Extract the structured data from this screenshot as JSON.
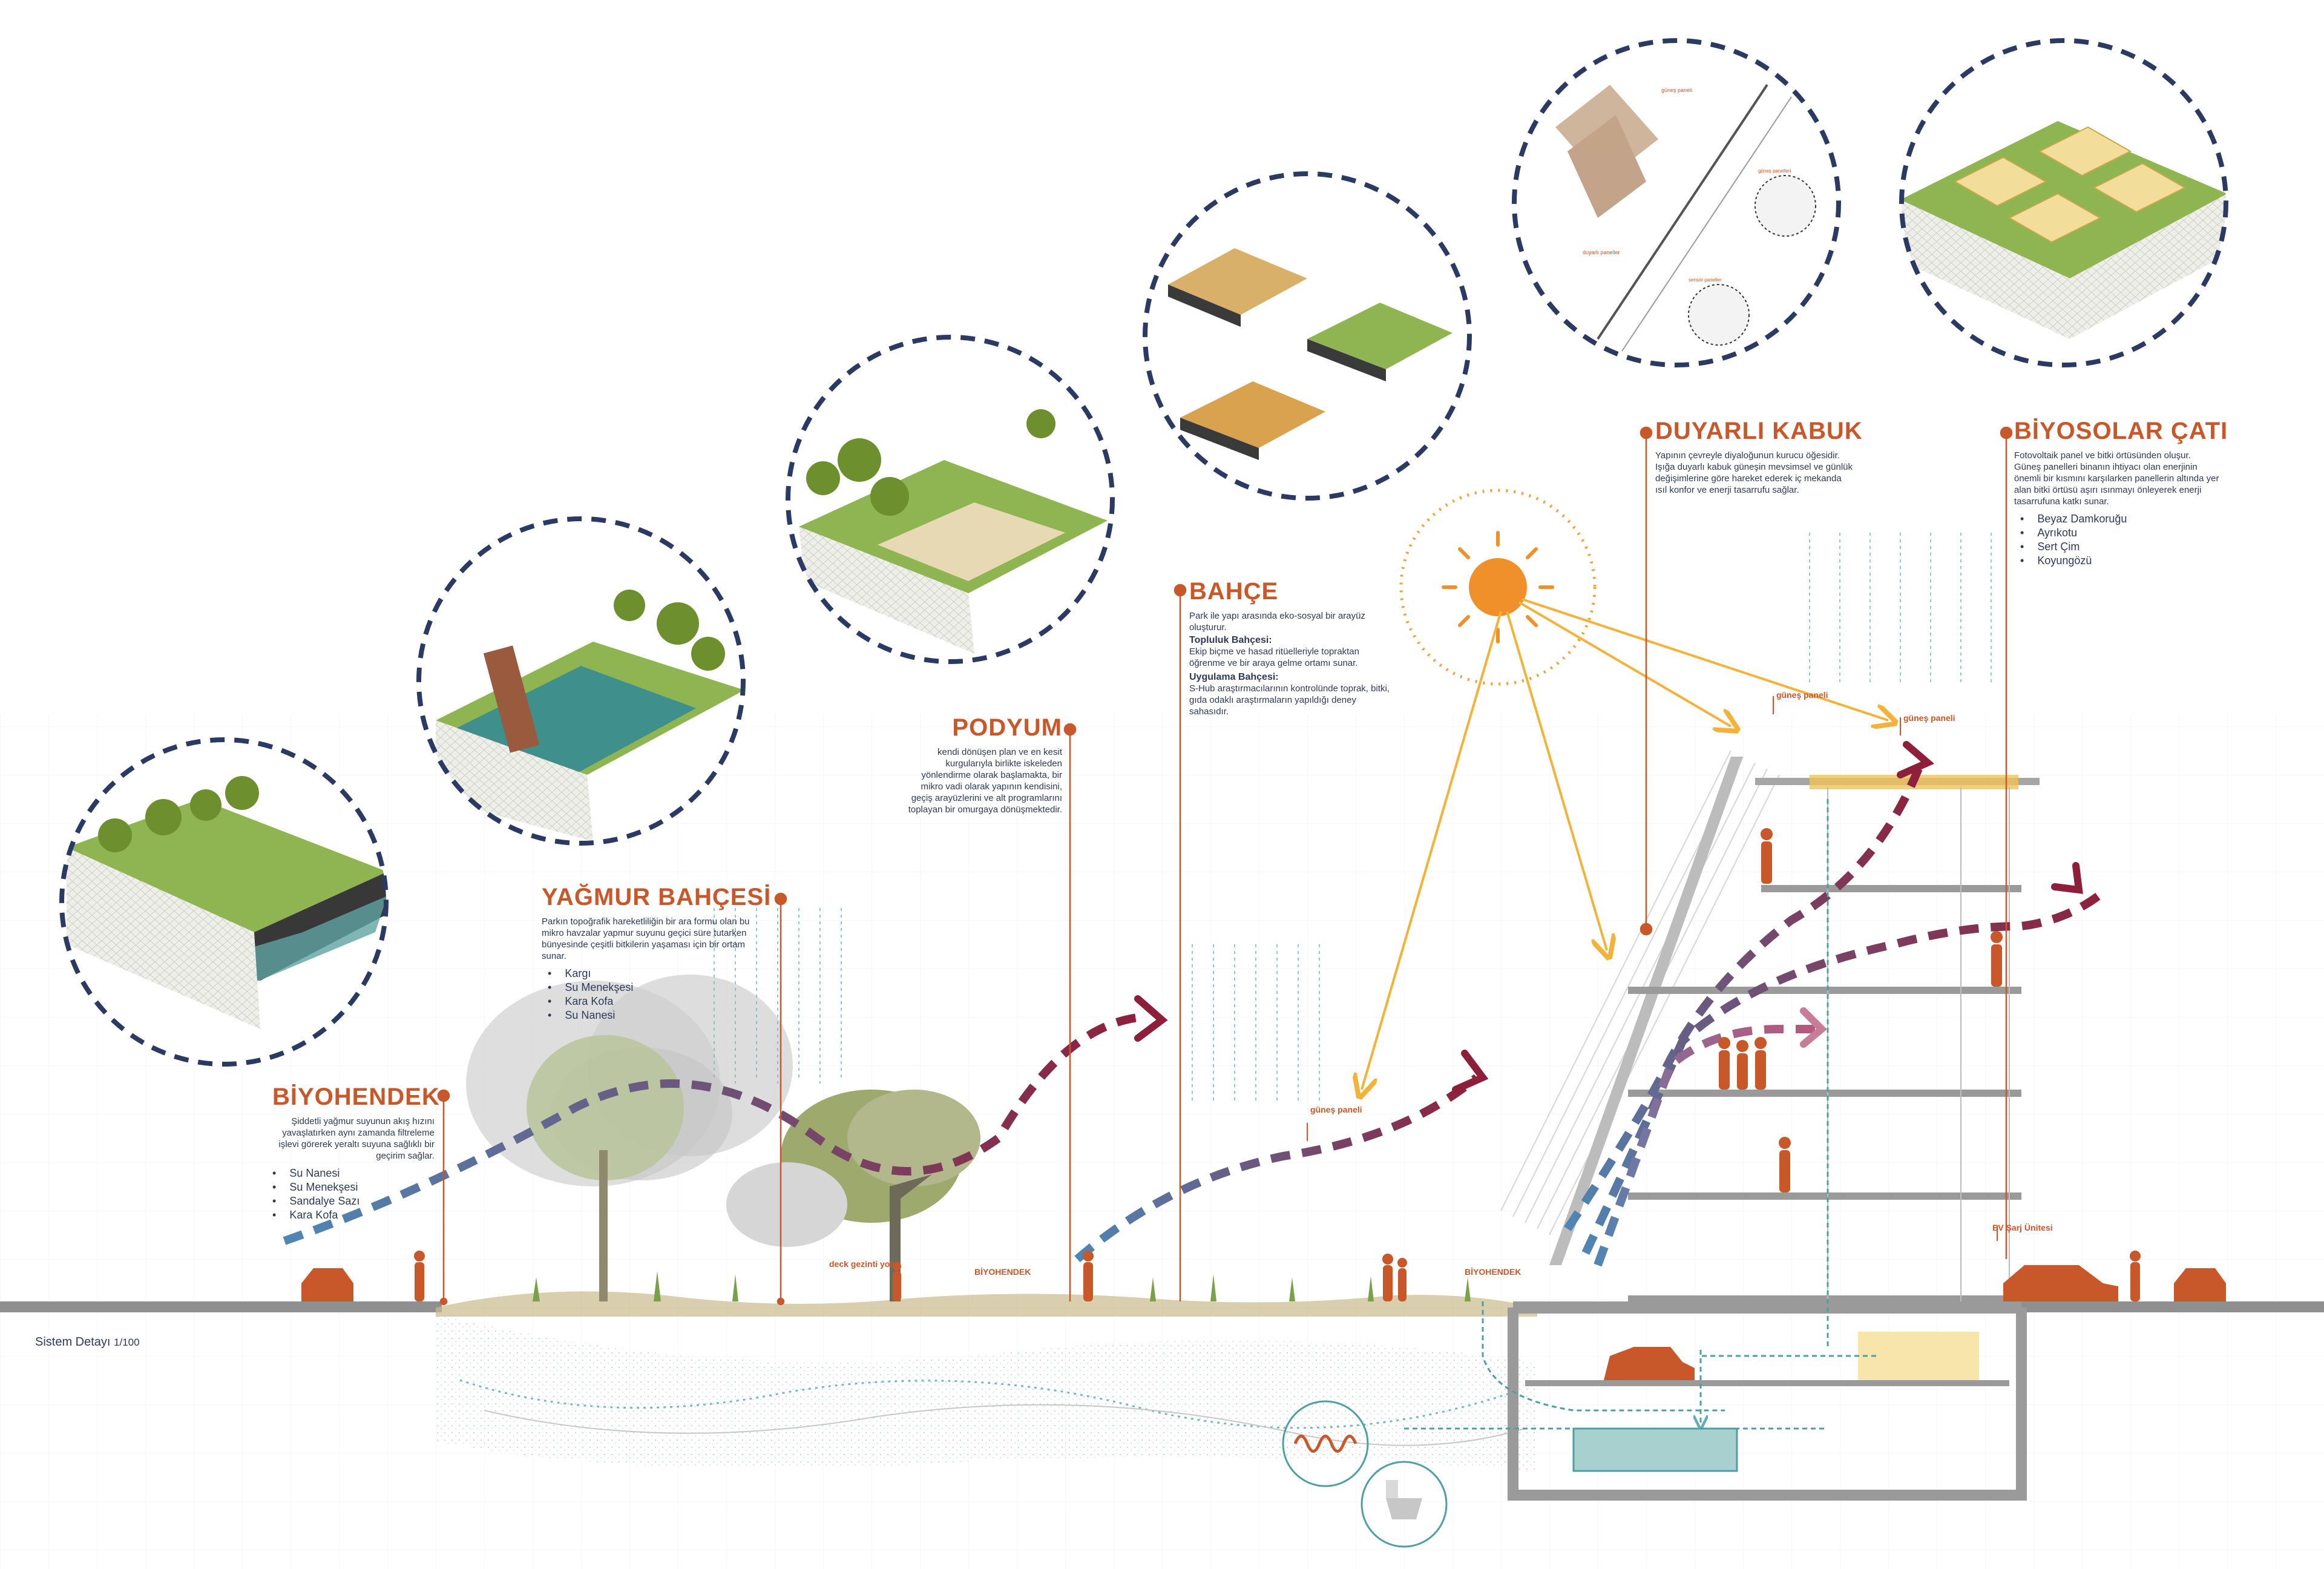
{
  "system_detail": {
    "label": "Sistem Detayı",
    "scale": "1/100"
  },
  "sections": {
    "biyohendek": {
      "title": "BİYOHENDEK",
      "body": "Şiddetli yağmur suyunun akış hızını yavaşlatırken aynı zamanda filtreleme işlevi görerek yeraltı suyuna sağlıklı bir geçirim sağlar.",
      "plants": [
        "Su Nanesi",
        "Su Menekşesi",
        "Sandalye Sazı",
        "Kara Kofa"
      ]
    },
    "yagmur_bahcesi": {
      "title": "YAĞMUR BAHÇESİ",
      "body": "Parkın topoğrafik hareketliliğin bir ara formu olan bu mikro havzalar yapmur suyunu geçici süre tutarken bünyesinde çeşitli bitkilerin yaşaması için bir ortam sunar.",
      "plants": [
        "Kargı",
        "Su Menekşesi",
        "Kara Kofa",
        "Su Nanesi"
      ]
    },
    "podyum": {
      "title": "PODYUM",
      "body": "kendi dönüşen plan ve en kesit kurgularıyla birlikte iskeleden yönlendirme olarak başlamakta, bir mikro vadi olarak yapının kendisini, geçiş arayüzlerini ve alt programlarını toplayan bir omurgaya dönüşmektedir."
    },
    "bahce": {
      "title": "BAHÇE",
      "intro": "Park ile yapı arasında eko-sosyal bir arayüz oluşturur.",
      "sub1_title": "Topluluk Bahçesi:",
      "sub1_body": "Ekip biçme ve hasad ritüelleriyle topraktan öğrenme ve bir araya gelme ortamı sunar.",
      "sub2_title": "Uygulama Bahçesi:",
      "sub2_body": "S-Hub araştırmacılarının kontrolünde toprak, bitki, gıda odaklı araştırmaların yapıldığı deney sahasıdır."
    },
    "duyarli_kabuk": {
      "title": "DUYARLI KABUK",
      "body": "Yapının çevreyle diyaloğunun kurucu öğesidir. Işığa duyarlı kabuk güneşin mevsimsel ve günlük değişimlerine göre hareket ederek iç mekanda ısıl konfor ve enerji tasarrufu sağlar."
    },
    "biyosolar": {
      "title": "BİYOSOLAR ÇATI",
      "body": "Fotovoltaik panel ve bitki örtüsünden oluşur. Güneş panelleri binanın ihtiyacı olan enerjinin önemli bir kısmını karşılarken panellerin altında yer alan bitki örtüsü aşırı ısınmayı önleyerek enerji tasarrufuna katkı sunar.",
      "plants": [
        "Beyaz Damkoruğu",
        "Ayrıkotu",
        "Sert Çim",
        "Koyungözü"
      ]
    }
  },
  "tags": {
    "gunes_paneli_1": "güneş paneli",
    "gunes_paneli_2": "güneş paneli",
    "gunes_paneli_3": "güneş paneli",
    "deck": "deck gezinti yolu",
    "biyohendek_1": "BİYOHENDEK",
    "biyohendek_2": "BİYOHENDEK",
    "ev_sarj": "EV Şarj Ünitesi"
  },
  "detail_labels": {
    "gunes_panel": "güneş paneli",
    "duyarli_panel": "duyarlı paneller",
    "gunes_panelleri": "güneş panelleri",
    "sensor": "sensör paneller"
  },
  "colors": {
    "accent": "#c8582a",
    "text": "#2e3a55",
    "circle_dash": "#2b3a63",
    "sun": "#f0902a",
    "wind_blue": "#4f86b4",
    "wind_red": "#8e1f3b",
    "grass": "#8fb552",
    "building_gray": "#9a9a9a"
  }
}
